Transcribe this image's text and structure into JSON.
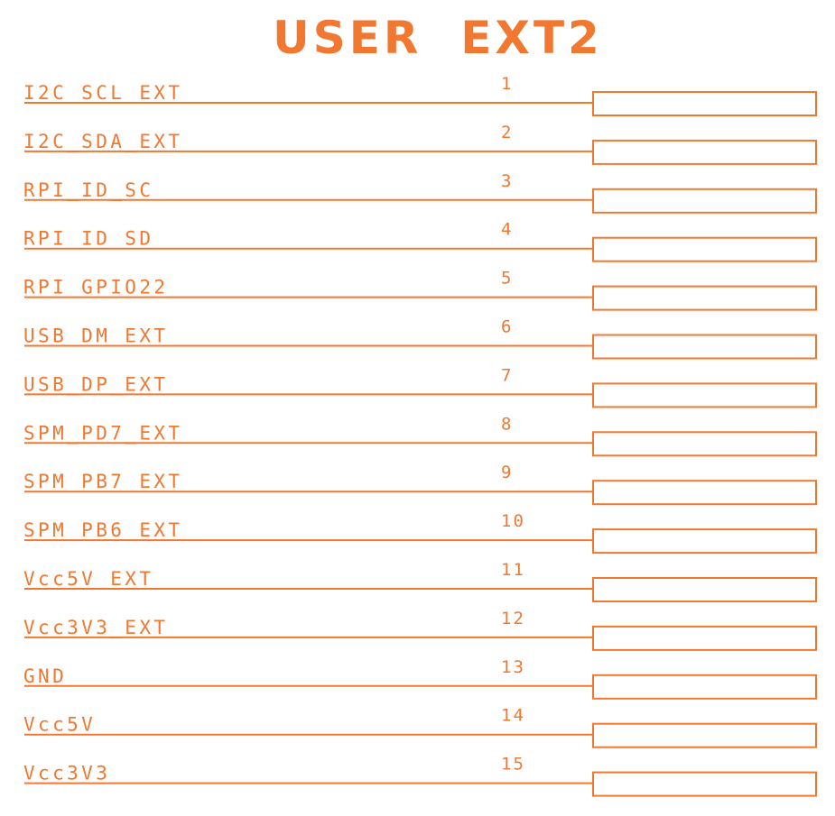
{
  "title": "USER  EXT2",
  "colors": {
    "line": "#f07830",
    "text": "#f07830",
    "background": "#ffffff"
  },
  "pins": [
    {
      "number": "1",
      "net": "I2C_SCL_EXT"
    },
    {
      "number": "2",
      "net": "I2C_SDA_EXT"
    },
    {
      "number": "3",
      "net": "RPI_ID_SC"
    },
    {
      "number": "4",
      "net": "RPI_ID_SD"
    },
    {
      "number": "5",
      "net": "RPI_GPIO22"
    },
    {
      "number": "6",
      "net": "USB_DM_EXT"
    },
    {
      "number": "7",
      "net": "USB_DP_EXT"
    },
    {
      "number": "8",
      "net": "SPM_PD7_EXT"
    },
    {
      "number": "9",
      "net": "SPM_PB7_EXT"
    },
    {
      "number": "10",
      "net": "SPM_PB6_EXT"
    },
    {
      "number": "11",
      "net": "Vcc5V_EXT"
    },
    {
      "number": "12",
      "net": "Vcc3V3_EXT"
    },
    {
      "number": "13",
      "net": "GND"
    },
    {
      "number": "14",
      "net": "Vcc5V"
    },
    {
      "number": "15",
      "net": "Vcc3V3"
    }
  ]
}
